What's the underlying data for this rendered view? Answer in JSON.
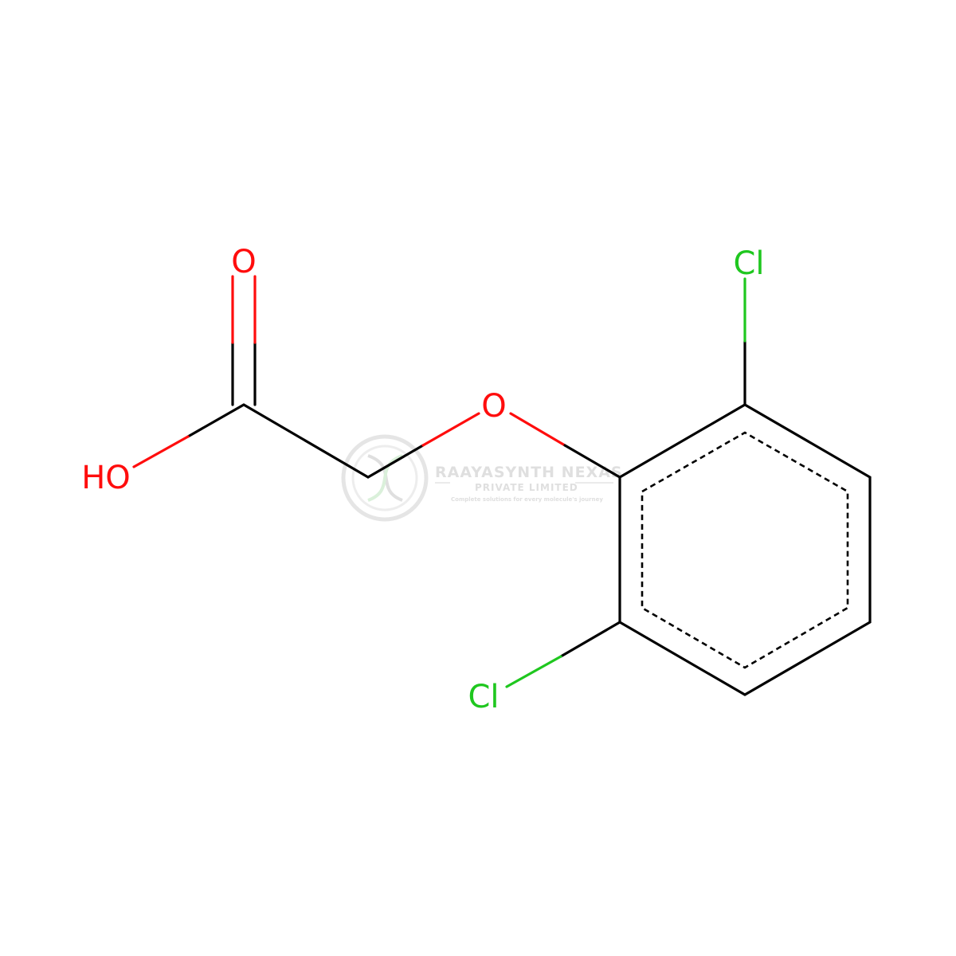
{
  "molecule": {
    "atoms": {
      "carbonyl_o": "O",
      "hydroxyl": "HO",
      "ether_o": "O",
      "cl_top": "Cl",
      "cl_bottom": "Cl"
    },
    "colors": {
      "bond": "#000000",
      "oxygen": "#ff0d0d",
      "chlorine": "#1fc71f"
    }
  },
  "watermark": {
    "company": "RAAYASYNTH NEXAS",
    "subtitle": "PRIVATE LIMITED",
    "tagline": "Complete solutions for every molecule's journey",
    "color": "#dcdcdc"
  }
}
